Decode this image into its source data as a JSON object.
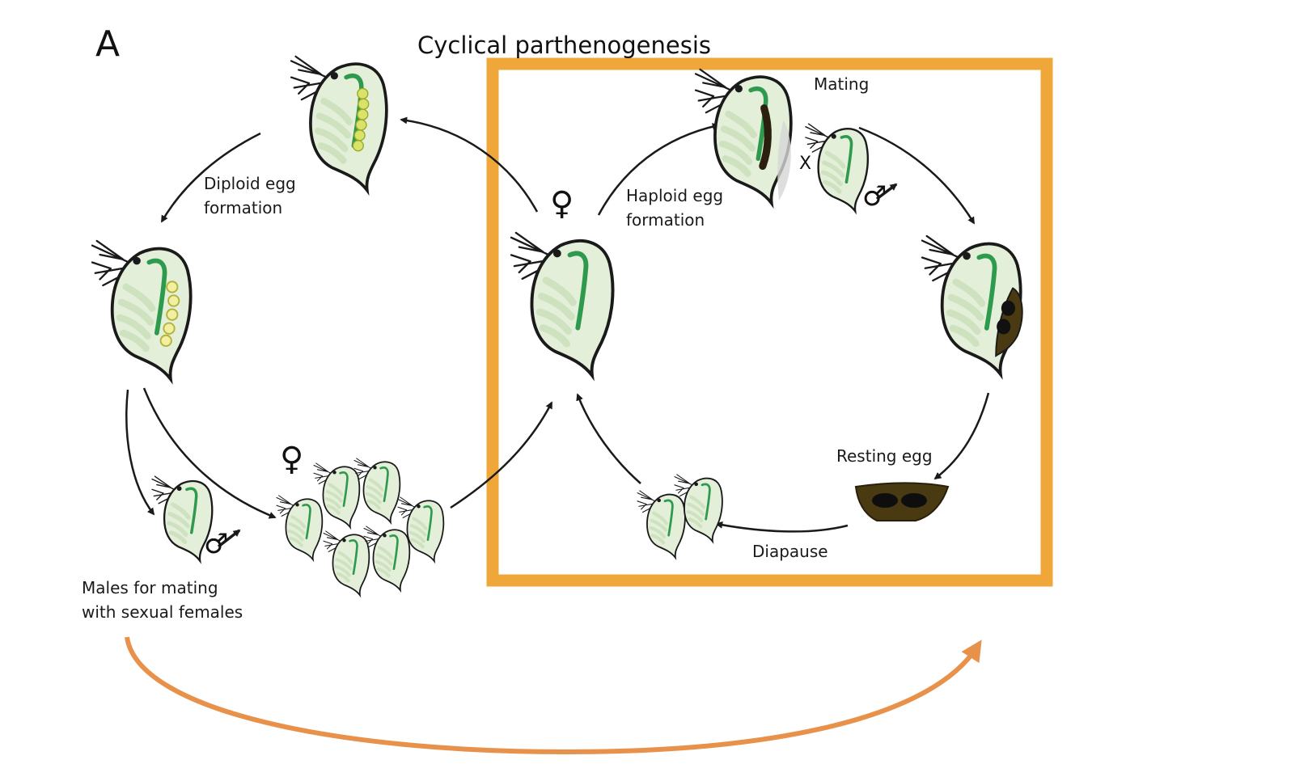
{
  "panel_letter": "A",
  "title": "Cyclical parthenogenesis",
  "labels": {
    "diploid_egg_formation": [
      "Diploid egg",
      "formation"
    ],
    "haploid_egg_formation": [
      "Haploid egg",
      "formation"
    ],
    "mating": "Mating",
    "resting_egg": "Resting egg",
    "diapause": "Diapause",
    "males_for_mating": [
      "Males for mating",
      "with sexual females"
    ]
  },
  "symbols": {
    "female": "♀",
    "male": "♂",
    "cross": "X"
  },
  "colors": {
    "sexual_box": "#f0a73a",
    "long_arrow": "#e8914a",
    "body_fill": "#e3efd9",
    "gut": "#2e9a4e",
    "parthenogenetic_egg": "#d9e36a",
    "resting_egg": "#4a3a12",
    "outline": "#1a1a1a"
  }
}
